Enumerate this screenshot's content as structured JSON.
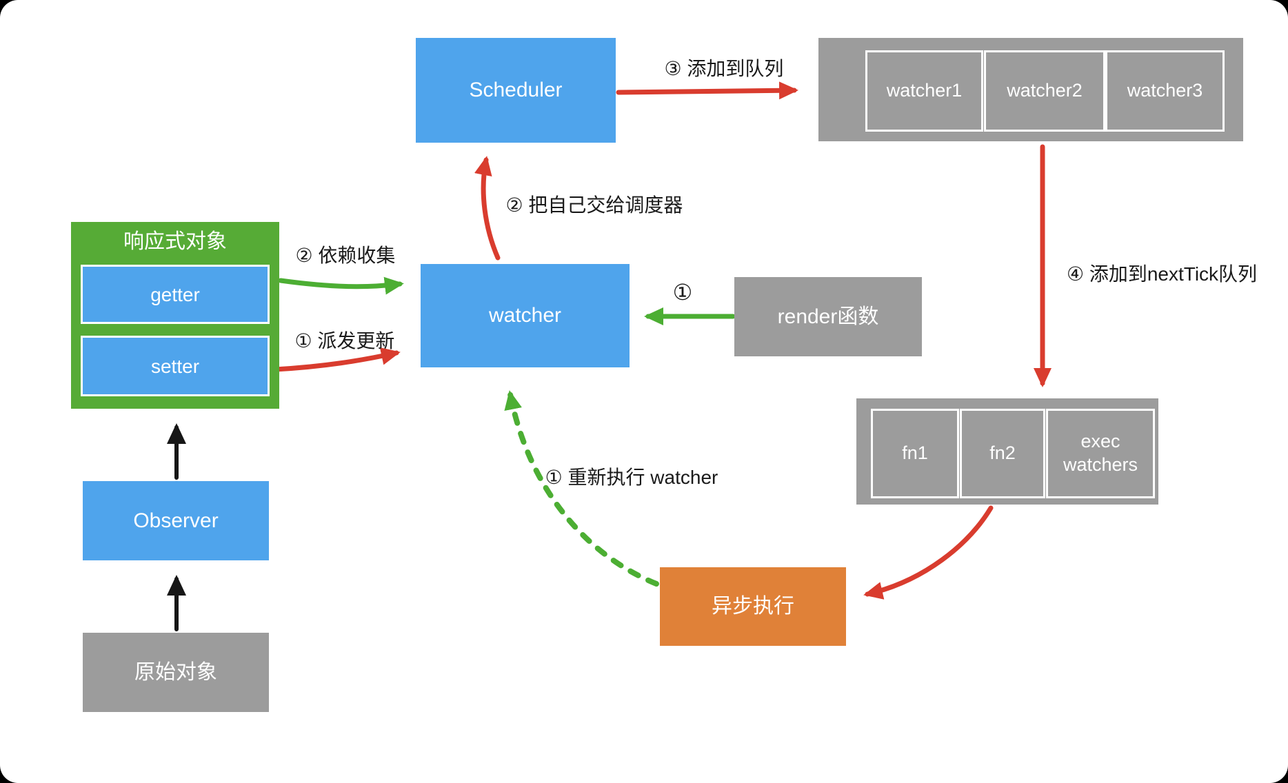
{
  "colors": {
    "blue": "#4FA4EC",
    "green": "#56AB36",
    "gray": "#9C9C9C",
    "orange": "#E08138",
    "arrow-red": "#D93C2E",
    "arrow-green": "#4CAE33",
    "arrow-black": "#161616"
  },
  "boxes": {
    "scheduler": {
      "label": "Scheduler"
    },
    "top_queue": {
      "items": [
        "watcher1",
        "watcher2",
        "watcher3"
      ]
    },
    "reactive_object": {
      "title": "响应式对象",
      "getter": "getter",
      "setter": "setter"
    },
    "watcher": {
      "label": "watcher"
    },
    "render_fn": {
      "label": "render函数"
    },
    "next_tick_queue": {
      "items": [
        "fn1",
        "fn2",
        "exec watchers"
      ]
    },
    "async_exec": {
      "label": "异步执行"
    },
    "observer": {
      "label": "Observer"
    },
    "raw_object": {
      "label": "原始对象"
    }
  },
  "labels": {
    "add_to_queue": "③ 添加到队列",
    "hand_to_scheduler": "② 把自己交给调度器",
    "dep_collect": "② 依赖收集",
    "dispatch_update": "① 派发更新",
    "one": "①",
    "add_to_next_tick": "④ 添加到nextTick队列",
    "re_run_watcher": "① 重新执行 watcher"
  }
}
